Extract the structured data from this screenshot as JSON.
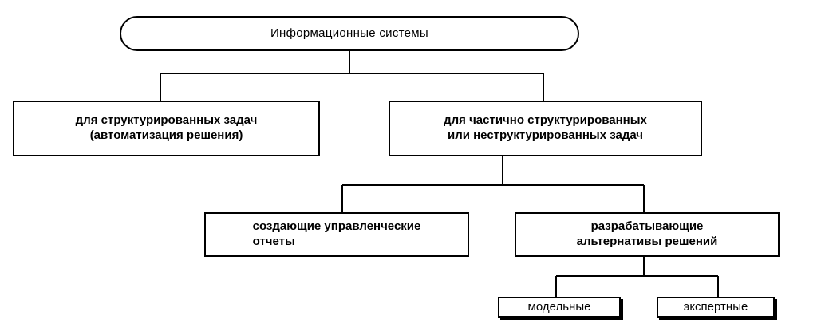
{
  "diagram": {
    "root": {
      "label": "Информационные  системы"
    },
    "structured": {
      "line1": "для структурированных задач",
      "line2": "(автоматизация решения)"
    },
    "partial": {
      "line1": "для частично структурированных",
      "line2": "или неструктурированных  задач"
    },
    "reports": {
      "line1": "создающие управленческие",
      "line2": "отчеты"
    },
    "alternatives": {
      "line1": "разрабатывающие",
      "line2": "альтернативы решений"
    },
    "model": {
      "label": "модельные"
    },
    "expert": {
      "label": "экспертные"
    }
  }
}
